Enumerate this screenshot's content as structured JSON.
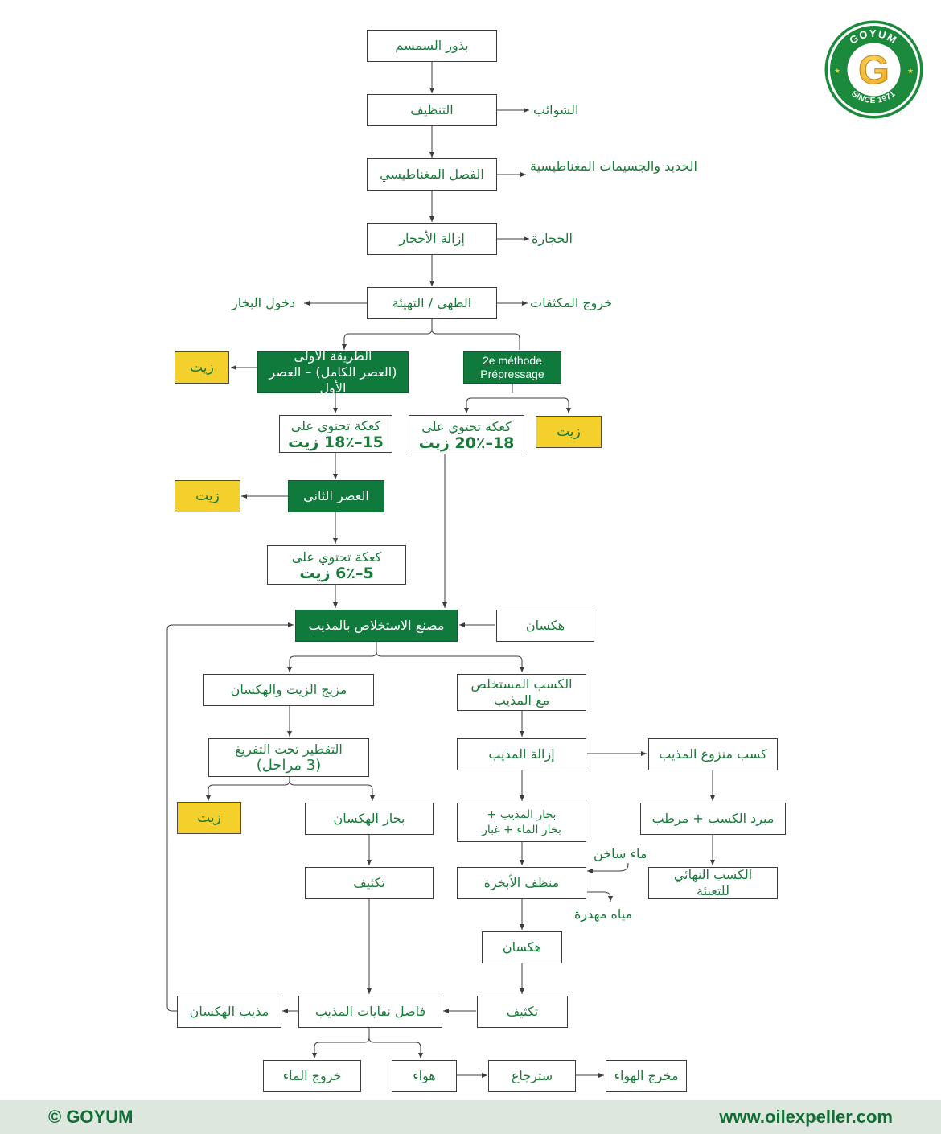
{
  "colors": {
    "green": "#0f7a3c",
    "yellow": "#f3d02b",
    "text": "#1a7a3a",
    "footer_bg": "#dde7de"
  },
  "icons": {
    "logo": "goyum-logo-icon"
  },
  "logo": {
    "brand": "GOYUM",
    "letter": "G",
    "since": "SINCE 1971"
  },
  "steps": {
    "seeds": "بذور السمسم",
    "cleaning": "التنظيف",
    "magnetic": "الفصل المغناطيسي",
    "destoning": "إزالة الأحجار",
    "cooking": "الطهي / التهيئة",
    "method1_line1": "الطريقة الأولى",
    "method1_line2": "(العصر الكامل) – العصر الأول",
    "method2_line1": "2e méthode",
    "method2_line2": "Prépressage",
    "cake1_line1": "كعكة تحتوي على",
    "cake1_line2": "15–18٪ زيت",
    "cake2_line1": "كعكة تحتوي على",
    "cake2_line2": "18–20٪ زيت",
    "second_press": "العصر الثاني",
    "cake3_line1": "كعكة تحتوي على",
    "cake3_line2": "5–6٪ زيت",
    "extraction_plant": "مصنع الاستخلاص بالمذيب",
    "hexane_in": "هكسان",
    "oil_hexane_mix": "مزيج الزيت والهكسان",
    "extracted_meal_line1": "الكسب المستخلص",
    "extracted_meal_line2": "مع المذيب",
    "vacuum_line1": "التقطير تحت التفريغ",
    "vacuum_line2": "(3 مراحل)",
    "desolventizer": "إزالة المذيب",
    "desolventized_meal": "كسب منزوع المذيب",
    "hexane_vapour": "بخار الهكسان",
    "vapour_mix_line1": "بخار المذيب +",
    "vapour_mix_line2": "بخار الماء + غبار",
    "dryer_cooler": "مبرد الكسب + مرطب",
    "condensation_1": "تكثيف",
    "vapour_scrubber": "منظف الأبخرة",
    "final_meal_line1": "الكسب النهائي",
    "final_meal_line2": "للتعبئة",
    "hexane_2": "هكسان",
    "condensation_2": "تكثيف",
    "solvent_separator": "فاصل نفايات المذيب",
    "hexane_solvent": "مذيب الهكسان",
    "water_out": "خروج الماء",
    "air": "هواء",
    "recovery": "سترجاع",
    "air_outlet": "مخرج الهواء"
  },
  "oil": {
    "oil_1": "زيت",
    "oil_2": "زيت",
    "oil_3": "زيت",
    "oil_4": "زيت"
  },
  "side_labels": {
    "impurities": "الشوائب",
    "iron_particles": "الحديد والجسيمات المغناطيسية",
    "stones": "الحجارة",
    "steam_in": "دخول البخار",
    "condensate_out": "خروج المكثفات",
    "hot_water": "ماء ساخن",
    "waste_water": "مياه مهدرة"
  },
  "footer": {
    "copyright": "© GOYUM",
    "website": "www.oilexpeller.com"
  }
}
